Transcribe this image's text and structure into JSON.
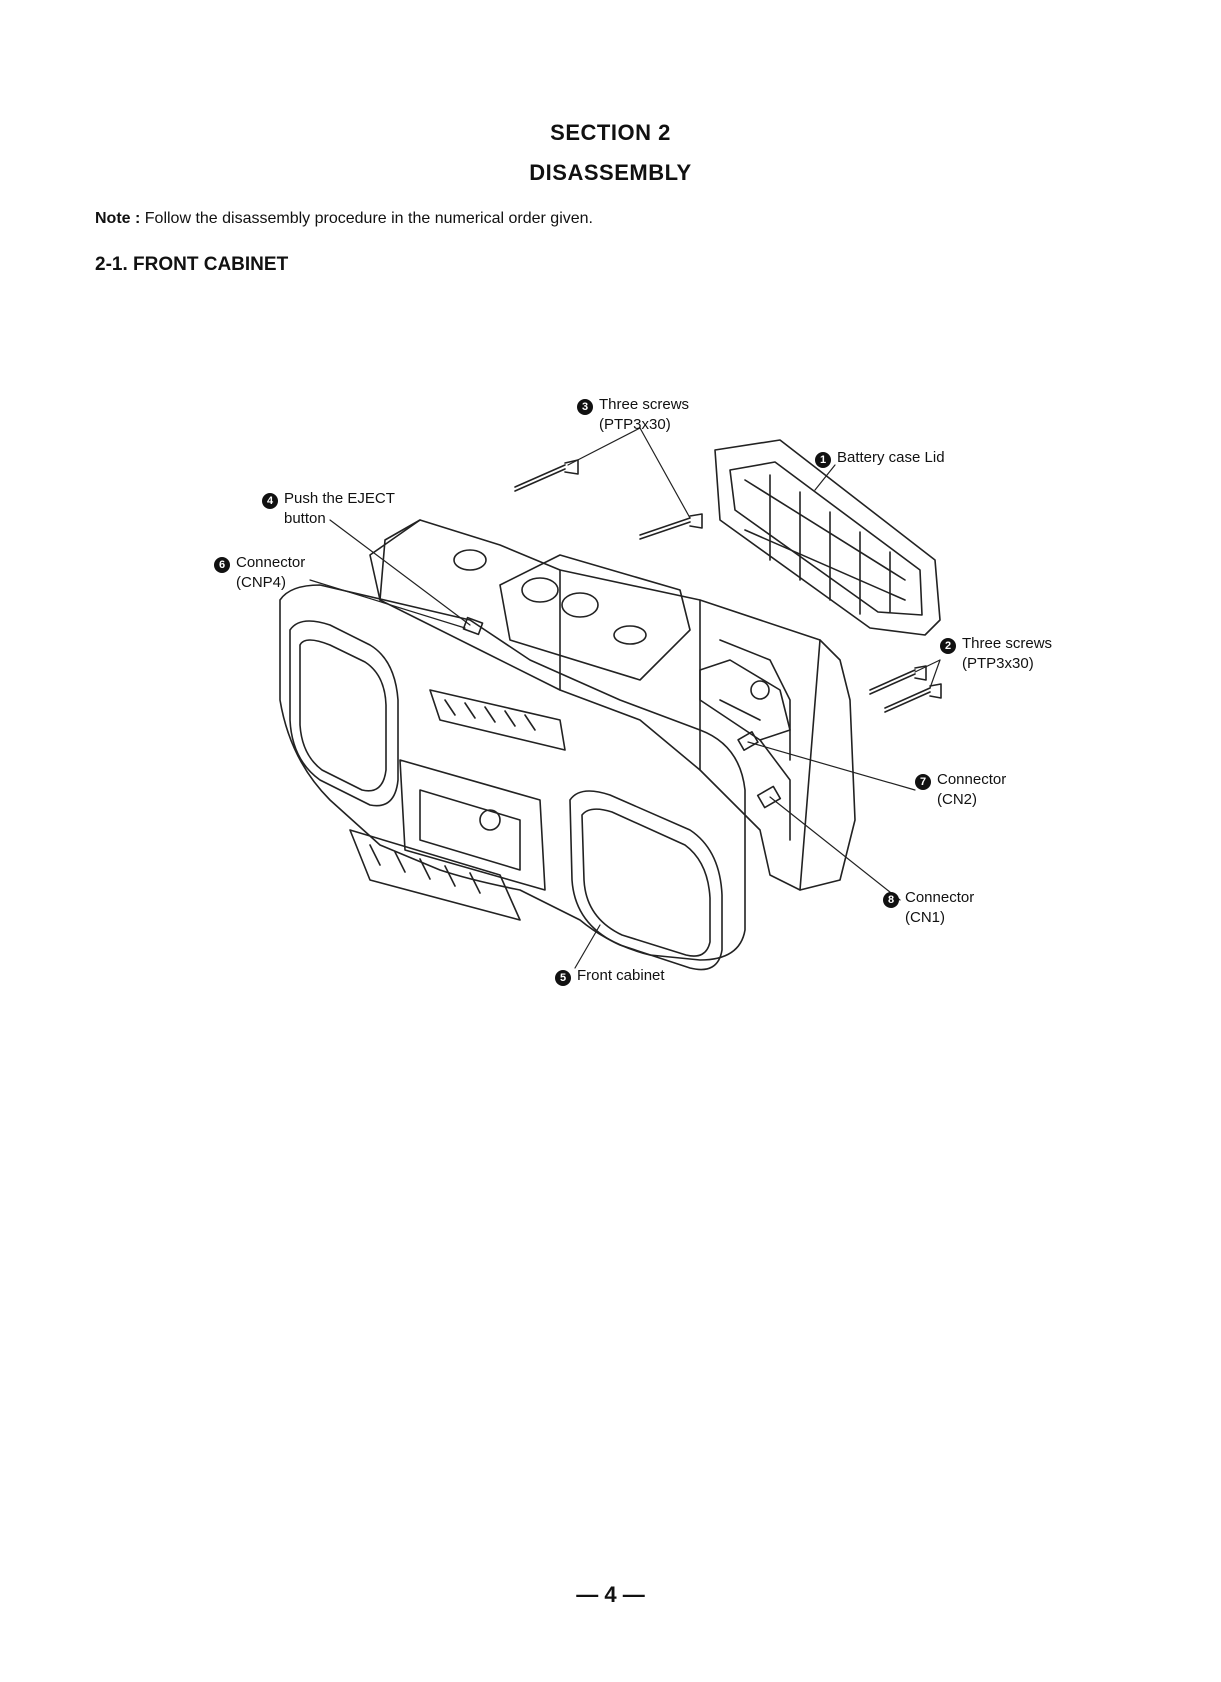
{
  "section": {
    "title": "SECTION  2",
    "subtitle": "DISASSEMBLY"
  },
  "note": {
    "label": "Note :",
    "text": " Follow the disassembly procedure in the numerical order given."
  },
  "subsection": {
    "heading": "2-1.  FRONT CABINET"
  },
  "callouts": {
    "c1": {
      "num": "1",
      "line1": "Battery case Lid"
    },
    "c2": {
      "num": "2",
      "line1": "Three screws",
      "line2": "(PTP3x30)"
    },
    "c3": {
      "num": "3",
      "line1": "Three screws",
      "line2": "(PTP3x30)"
    },
    "c4": {
      "num": "4",
      "line1": "Push the EJECT",
      "line2": "button"
    },
    "c5": {
      "num": "5",
      "line1": "Front cabinet"
    },
    "c6": {
      "num": "6",
      "line1": "Connector",
      "line2": "(CNP4)"
    },
    "c7": {
      "num": "7",
      "line1": "Connector",
      "line2": "(CN2)"
    },
    "c8": {
      "num": "8",
      "line1": "Connector",
      "line2": "(CN1)"
    }
  },
  "page_number": "— 4 —"
}
